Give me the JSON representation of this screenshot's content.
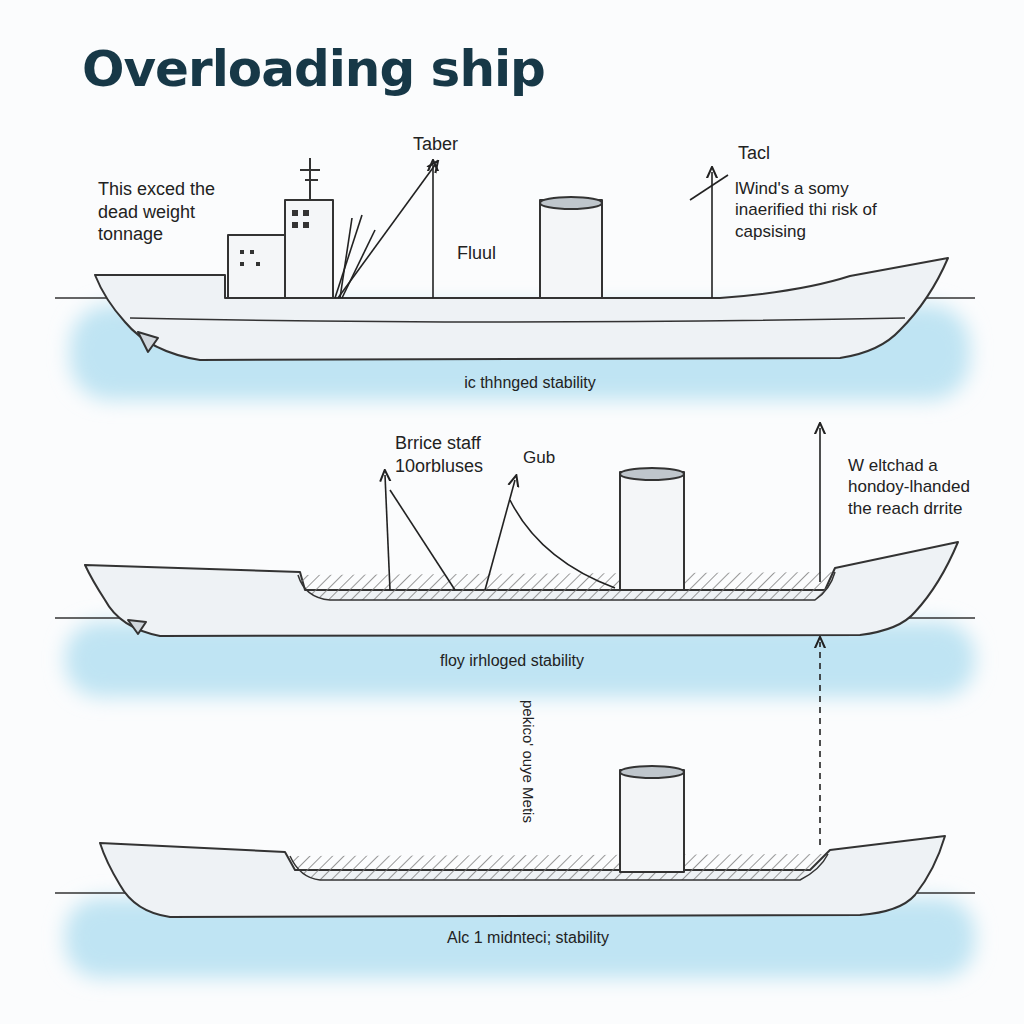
{
  "diagram": {
    "title": "Overloading ship",
    "labels": [
      "This exced the dead weight tonnage",
      "Taber",
      "Fluul",
      "Tacl",
      "lWind's a somy inaerified thi risk of capsising",
      "ic thhnged stability",
      "Brrice staff 10orbluses",
      "Gub",
      "W eltchad a hondoy-lhanded the reach drrite",
      "floy irhloged stability",
      "pekico' ouye Metis",
      "Alc 1 midnteci; stability"
    ]
  }
}
